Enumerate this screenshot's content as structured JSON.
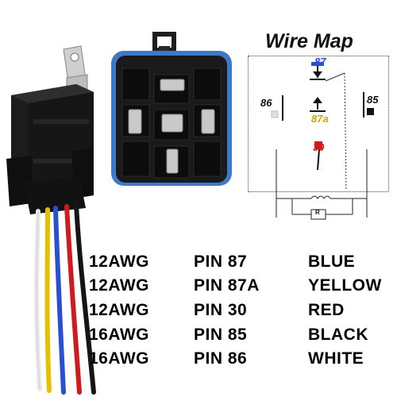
{
  "wire_map": {
    "title": "Wire Map",
    "pins": {
      "p87": "87",
      "p87a": "87a",
      "p86": "86",
      "p85": "85",
      "p30": "30",
      "resistor": "R"
    }
  },
  "legend": {
    "rows": [
      {
        "gauge": "12AWG",
        "pin": "PIN 87",
        "color": "BLUE"
      },
      {
        "gauge": "12AWG",
        "pin": "PIN 87A",
        "color": "YELLOW"
      },
      {
        "gauge": "12AWG",
        "pin": "PIN 30",
        "color": "RED"
      },
      {
        "gauge": "16AWG",
        "pin": "PIN 85",
        "color": "BLACK"
      },
      {
        "gauge": "16AWG",
        "pin": "PIN 86",
        "color": "WHITE"
      }
    ]
  },
  "colors": {
    "blue_wire": "#2a4fd0",
    "yellow_wire": "#e8c400",
    "red_wire": "#d01818",
    "black_wire": "#111111",
    "white_wire": "#f2f2f2",
    "connector_blue": "#3f78c8"
  }
}
